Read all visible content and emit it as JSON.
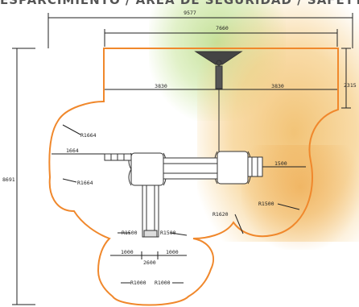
{
  "header": {
    "caption": "ESPARCIMIENTO / AREA DE SEGURIDAD / SAFETY ZONE"
  },
  "dimensions": {
    "total_width": "9577",
    "inner_width": "7660",
    "left_half": "3830",
    "right_half": "3830",
    "right_height": "2315",
    "total_height": "8691",
    "left_radius_top": "R1664",
    "left_offset": "1664",
    "left_radius_bottom": "R1664",
    "right_offset": "1500",
    "right_radius": "R1500",
    "mid_radius": "R1620",
    "slide_radius_left": "R1500",
    "slide_radius_right": "R1500",
    "slide_left": "1000",
    "slide_center": "2600",
    "slide_right": "1000",
    "bottom_radius_left": "R1000",
    "bottom_radius_right": "R1000"
  },
  "colors": {
    "outline": "#f0882c",
    "dim_line": "#222222",
    "equipment": "#333333"
  }
}
